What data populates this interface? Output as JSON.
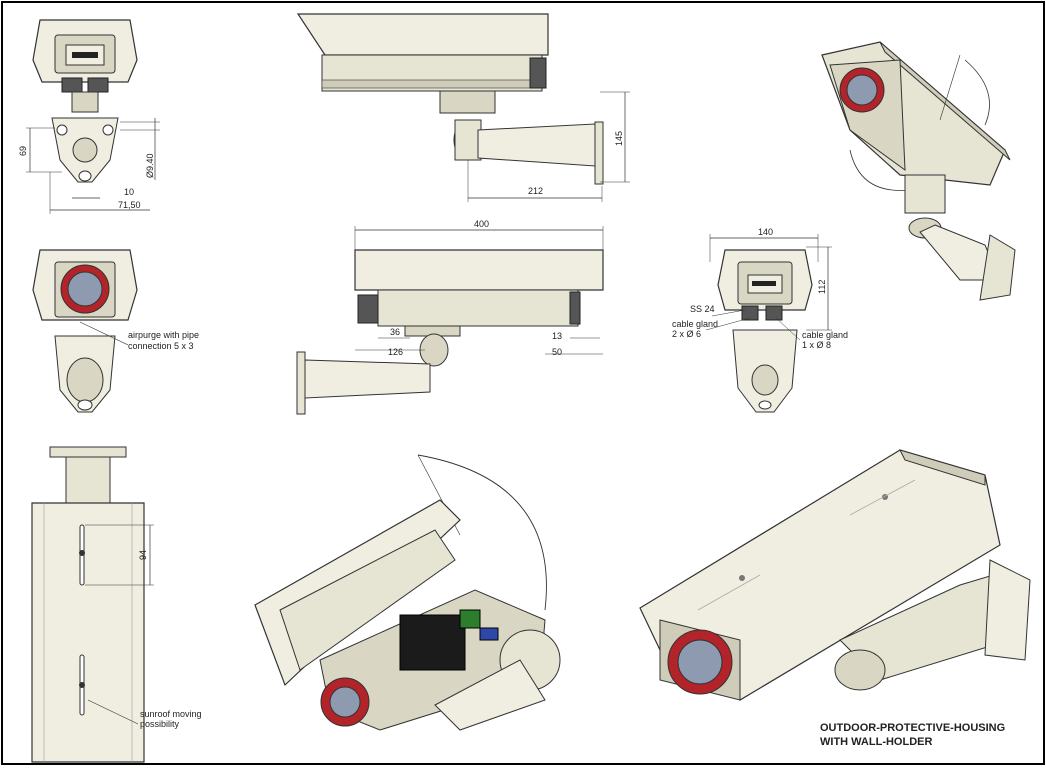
{
  "colors": {
    "housing": "#efeee0",
    "housing_dark": "#cfcdb9",
    "housing_shadow": "#9c9a88",
    "lens_red": "#b2232a",
    "lens_glass": "#8d9ab0",
    "black": "#1b1b1b",
    "frame": "#000000"
  },
  "icons": [
    "camera-housing-front",
    "camera-housing-side",
    "camera-housing-iso",
    "wall-bracket"
  ],
  "view_top_left": {
    "dims": {
      "d69": "69",
      "d940": "Ø9.40",
      "d10": "10",
      "d7150": "71,50"
    }
  },
  "view_top_mid": {
    "dims": {
      "d145": "145",
      "d212": "212"
    }
  },
  "view_mid_left": {
    "note_line1": "airpurge with pipe",
    "note_line2": "connection 5 x 3"
  },
  "view_mid_center": {
    "dims": {
      "d400": "400",
      "d36": "36",
      "d126": "126",
      "d13": "13",
      "d50": "50"
    }
  },
  "view_mid_right": {
    "dims": {
      "d140": "140",
      "d112": "112"
    },
    "labels": {
      "ss24": "SS 24",
      "gland_left_1": "cable gland",
      "gland_left_2": "2 x Ø 6",
      "gland_right_1": "cable gland",
      "gland_right_2": "1 x Ø 8"
    }
  },
  "view_bottom_left": {
    "dims": {
      "d94": "94"
    },
    "note_line1": "sunroof moving",
    "note_line2": "possibility"
  },
  "caption": {
    "line1": "OUTDOOR-PROTECTIVE-HOUSING",
    "line2": "WITH WALL-HOLDER"
  }
}
